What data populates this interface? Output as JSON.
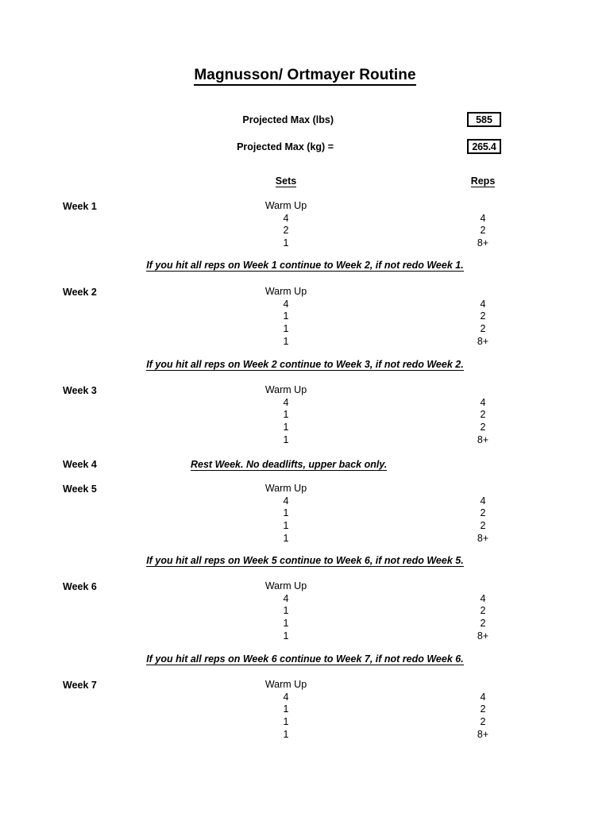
{
  "document": {
    "title": "Magnusson/ Ortmayer Routine"
  },
  "header_fields": [
    {
      "label": "Projected Max (lbs)",
      "value": "585"
    },
    {
      "label": "Projected Max (kg) =",
      "value": "265.4"
    }
  ],
  "columns": {
    "sets": "Sets",
    "reps": "Reps"
  },
  "weeks": [
    {
      "label": "Week 1",
      "rows": [
        {
          "sets": "Warm Up",
          "reps": ""
        },
        {
          "sets": "4",
          "reps": "4"
        },
        {
          "sets": "2",
          "reps": "2"
        },
        {
          "sets": "1",
          "reps": "8+"
        }
      ],
      "note": "If you hit all reps on Week 1 continue to Week 2, if not redo Week 1."
    },
    {
      "label": "Week 2",
      "rows": [
        {
          "sets": "Warm Up",
          "reps": ""
        },
        {
          "sets": "4",
          "reps": "4"
        },
        {
          "sets": "1",
          "reps": "2"
        },
        {
          "sets": "1",
          "reps": "2"
        },
        {
          "sets": "1",
          "reps": "8+"
        }
      ],
      "note": "If you hit all reps on Week 2 continue to Week 3, if not redo Week 2."
    },
    {
      "label": "Week 3",
      "rows": [
        {
          "sets": "Warm Up",
          "reps": ""
        },
        {
          "sets": "4",
          "reps": "4"
        },
        {
          "sets": "1",
          "reps": "2"
        },
        {
          "sets": "1",
          "reps": "2"
        },
        {
          "sets": "1",
          "reps": "8+"
        }
      ],
      "note": ""
    },
    {
      "label": "Week 4",
      "rows": [],
      "inline_note": "Rest Week. No deadlifts, upper back only."
    },
    {
      "label": "Week 5",
      "rows": [
        {
          "sets": "Warm Up",
          "reps": ""
        },
        {
          "sets": "4",
          "reps": "4"
        },
        {
          "sets": "1",
          "reps": "2"
        },
        {
          "sets": "1",
          "reps": "2"
        },
        {
          "sets": "1",
          "reps": "8+"
        }
      ],
      "note": "If you hit all reps on Week 5 continue to Week 6, if not redo Week 5."
    },
    {
      "label": "Week 6",
      "rows": [
        {
          "sets": "Warm Up",
          "reps": ""
        },
        {
          "sets": "4",
          "reps": "4"
        },
        {
          "sets": "1",
          "reps": "2"
        },
        {
          "sets": "1",
          "reps": "2"
        },
        {
          "sets": "1",
          "reps": "8+"
        }
      ],
      "note": "If you hit all reps on Week 6 continue to Week 7, if not redo Week 6."
    },
    {
      "label": "Week 7",
      "rows": [
        {
          "sets": "Warm Up",
          "reps": ""
        },
        {
          "sets": "4",
          "reps": "4"
        },
        {
          "sets": "1",
          "reps": "2"
        },
        {
          "sets": "1",
          "reps": "2"
        },
        {
          "sets": "1",
          "reps": "8+"
        }
      ],
      "note": ""
    }
  ],
  "layout": {
    "week_tops": [
      252,
      360,
      484,
      577,
      608,
      731,
      855
    ],
    "note_tops": [
      327,
      452,
      null,
      null,
      699,
      823,
      null
    ]
  }
}
